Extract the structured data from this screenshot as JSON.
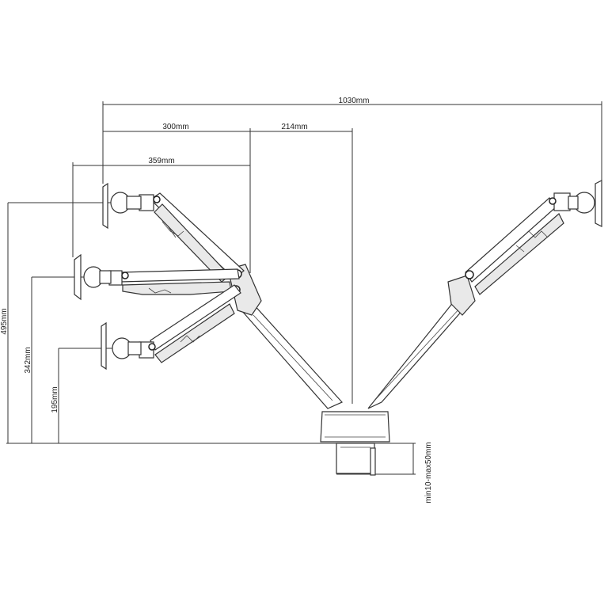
{
  "dimensions": {
    "total_width": "1030mm",
    "reach_300": "300mm",
    "offset_214": "214mm",
    "reach_359": "359mm",
    "height_495": "495mm",
    "height_342": "342mm",
    "height_195": "195mm",
    "clamp_thickness": "min10-max50mm"
  },
  "colors": {
    "line": "#333333",
    "fill": "#ffffff",
    "shade": "#e9e9e9"
  }
}
